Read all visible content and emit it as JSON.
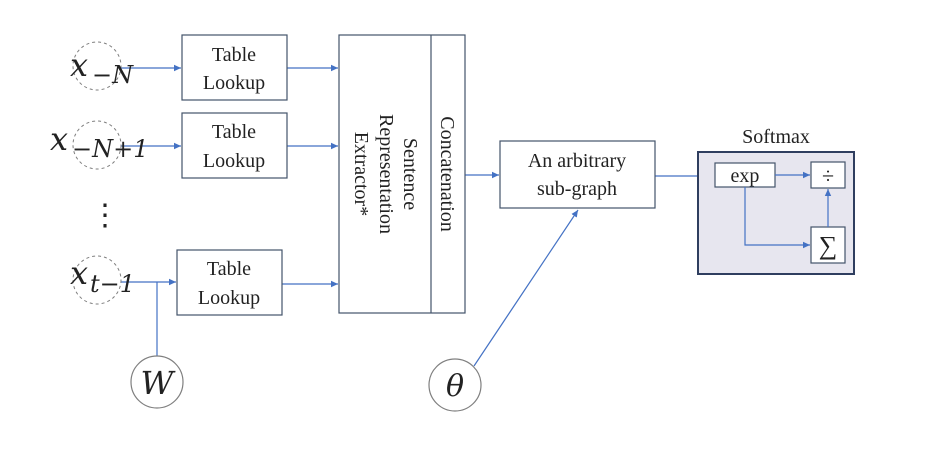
{
  "inputs": {
    "x_minus_N": {
      "base": "x",
      "sub": "−N"
    },
    "x_minus_N_plus_1": {
      "base": "x",
      "sub": "−N+1"
    },
    "vdots": "⋮",
    "x_t_minus_1": {
      "base": "x",
      "sub": "t−1"
    }
  },
  "lookup": {
    "line1": "Table",
    "line2": "Lookup"
  },
  "extractor": {
    "line1": "Sentence",
    "line2": "Representation",
    "line3": "Extractor*"
  },
  "concat": "Concatenation",
  "subgraph": {
    "line1": "An arbitrary",
    "line2": "sub-graph"
  },
  "softmax": {
    "title": "Softmax",
    "exp": "exp",
    "divide": "÷",
    "sum": "∑",
    "fill_color": "#e7e6ef",
    "border_color": "#2f3e5f"
  },
  "weights": "W",
  "theta": "θ",
  "arrow_color": "#4472c4"
}
